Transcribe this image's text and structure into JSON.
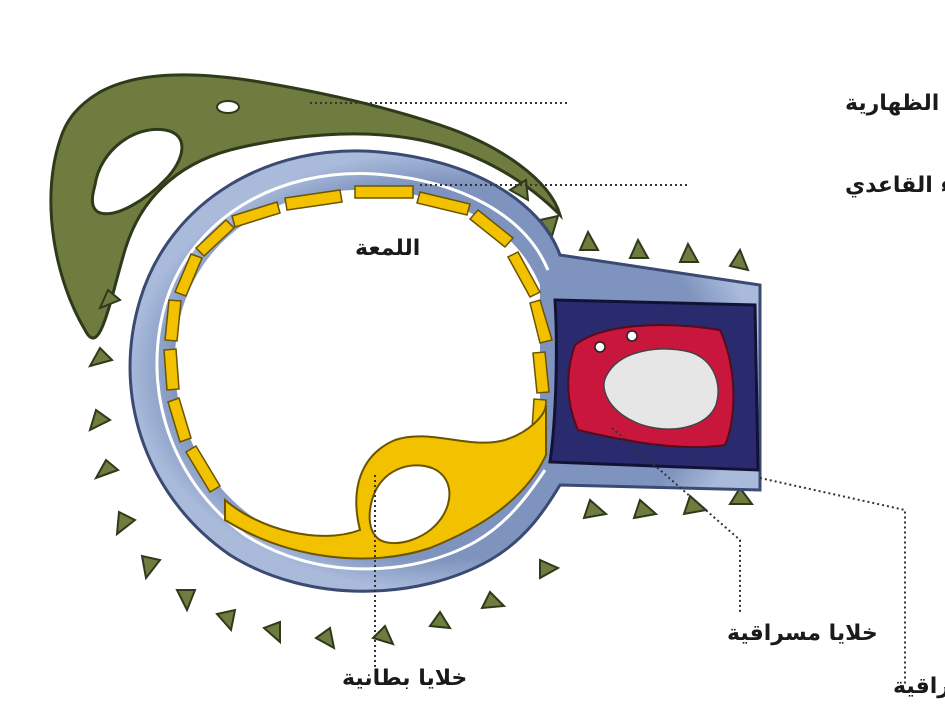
{
  "labels": {
    "dorsal_podocyte_processes": "الاستطالات القدمية الظهارية",
    "basement_membrane": "الغشاء القاعدي",
    "lumen": "اللمعة",
    "mesangial_cells": "خلايا مسراقية",
    "endothelial_cells": "خلايا بطانية",
    "mesangial_matrix": "اللحمة المسراقية"
  },
  "colors": {
    "podocyte": "#6e7d3f",
    "podocyte_outline": "#2e3a1a",
    "basement_membrane": "#8fa3c7",
    "endothelium": "#f2c200",
    "mesangium_outer": "#2a2a6e",
    "mesangium_inner": "#c8163c",
    "lumen_spot": "#e6e6e6"
  }
}
